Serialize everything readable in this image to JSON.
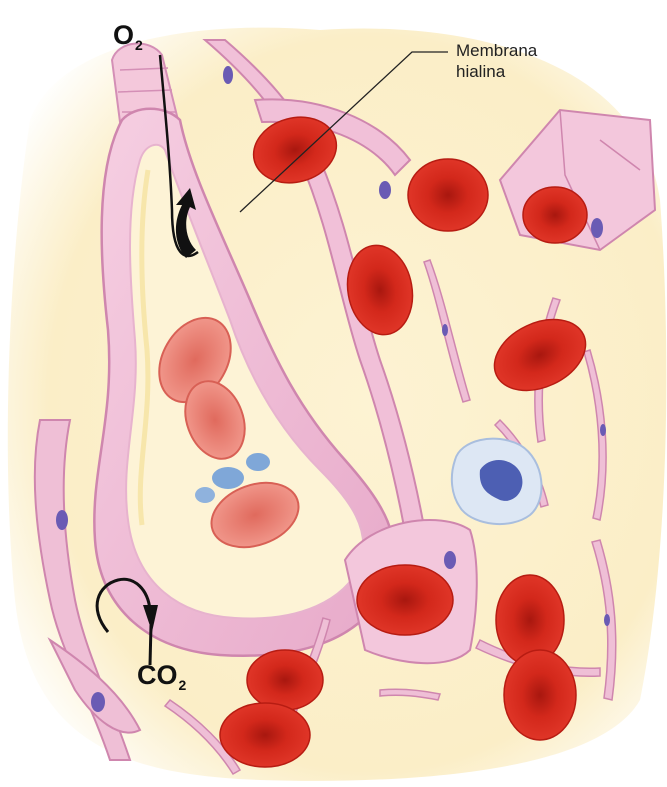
{
  "labels": {
    "o2_base": "O",
    "o2_sub": "2",
    "co2_base": "CO",
    "co2_sub": "2",
    "callout_line1": "Membrana",
    "callout_line2": "hialina"
  },
  "colors": {
    "background": "#ffffff",
    "interstitium": "#fbefc9",
    "alveolar_wall": "#f1bfd8",
    "alveolar_wall_edge": "#d48fb6",
    "alveolus_lumen": "#fdf4d8",
    "red_cell": "#d92b1d",
    "red_cell_center": "#b71c12",
    "red_cell_pale": "#ee8579",
    "white_cell": "#dde7f4",
    "white_cell_nucleus": "#4d5fb3",
    "nucleus": "#6a5bb4",
    "arrow": "#111111"
  },
  "icons": [
    "curved-arrow-up-icon",
    "curved-arrow-down-icon"
  ]
}
